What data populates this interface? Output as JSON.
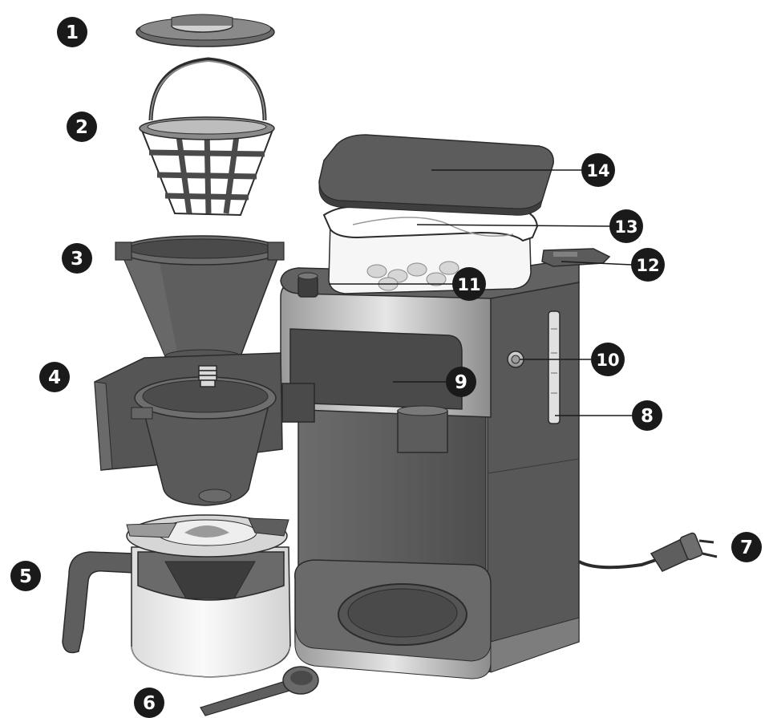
{
  "diagram": {
    "type": "exploded-parts-view",
    "colors": {
      "badge_fill": "#1a1a1a",
      "badge_text": "#ffffff",
      "body_dark": "#5f5f5f",
      "body_mid": "#8a8a8a",
      "body_light": "#bdbdbd",
      "glass_white": "#f2f2f2",
      "outline": "#2b2b2b"
    },
    "callouts": [
      {
        "number": "1",
        "part_icon": "filter-lid-icon"
      },
      {
        "number": "2",
        "part_icon": "filter-basket-icon"
      },
      {
        "number": "3",
        "part_icon": "filter-holder-icon"
      },
      {
        "number": "4",
        "part_icon": "filter-swing-arm-icon"
      },
      {
        "number": "5",
        "part_icon": "carafe-icon"
      },
      {
        "number": "6",
        "part_icon": "measuring-spoon-icon"
      },
      {
        "number": "7",
        "part_icon": "power-plug-icon"
      },
      {
        "number": "8",
        "part_icon": "water-level-indicator-icon"
      },
      {
        "number": "9",
        "part_icon": "control-panel-icon"
      },
      {
        "number": "10",
        "part_icon": "power-button-icon"
      },
      {
        "number": "11",
        "part_icon": "grind-selector-icon"
      },
      {
        "number": "12",
        "part_icon": "water-tank-lid-icon"
      },
      {
        "number": "13",
        "part_icon": "bean-container-icon"
      },
      {
        "number": "14",
        "part_icon": "bean-container-lid-icon"
      }
    ]
  }
}
